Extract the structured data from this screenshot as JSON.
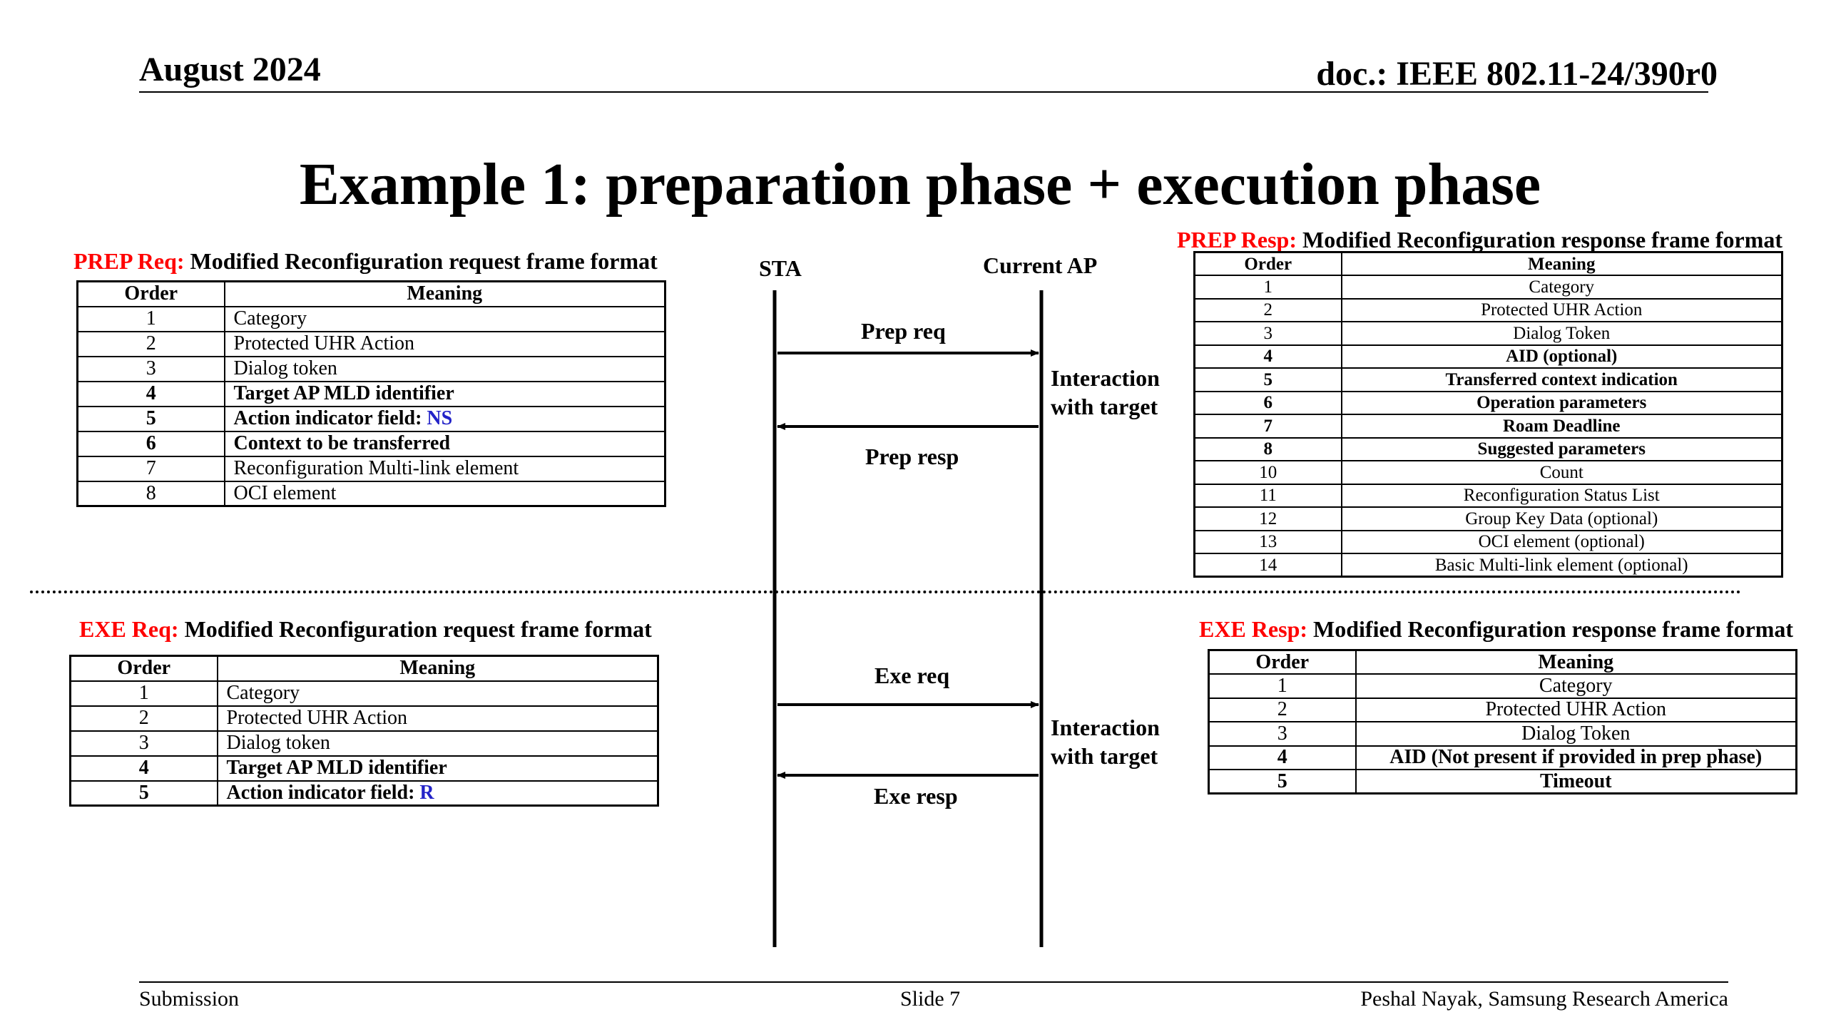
{
  "header": {
    "date": "August 2024",
    "doc": "doc.: IEEE 802.11-24/390r0"
  },
  "title": "Example 1: preparation phase + execution phase",
  "prep_req": {
    "tag": "PREP Req:",
    "caption": " Modified Reconfiguration request frame format",
    "columns": [
      "Order",
      "Meaning"
    ],
    "rows": [
      {
        "order": "1",
        "meaning": "Category",
        "bold": false
      },
      {
        "order": "2",
        "meaning": "Protected UHR Action",
        "bold": false
      },
      {
        "order": "3",
        "meaning": "Dialog token",
        "bold": false
      },
      {
        "order": "4",
        "meaning": "Target AP MLD identifier",
        "bold": true
      },
      {
        "order": "5",
        "meaning": "Action indicator field: ",
        "suffix": "NS",
        "bold": true
      },
      {
        "order": "6",
        "meaning": "Context to be transferred",
        "bold": true
      },
      {
        "order": "7",
        "meaning": "Reconfiguration Multi-link element",
        "bold": false
      },
      {
        "order": "8",
        "meaning": "OCI element",
        "bold": false
      }
    ]
  },
  "exe_req": {
    "tag": "EXE Req:",
    "caption": " Modified Reconfiguration request frame format",
    "columns": [
      "Order",
      "Meaning"
    ],
    "rows": [
      {
        "order": "1",
        "meaning": "Category",
        "bold": false
      },
      {
        "order": "2",
        "meaning": "Protected UHR Action",
        "bold": false
      },
      {
        "order": "3",
        "meaning": "Dialog token",
        "bold": false
      },
      {
        "order": "4",
        "meaning": "Target AP MLD identifier",
        "bold": true
      },
      {
        "order": "5",
        "meaning": "Action indicator field: ",
        "suffix": "R",
        "bold": true
      }
    ]
  },
  "prep_resp": {
    "tag": "PREP Resp:",
    "caption": " Modified Reconfiguration response frame format",
    "columns": [
      "Order",
      "Meaning"
    ],
    "rows": [
      {
        "order": "1",
        "meaning": "Category",
        "bold": false
      },
      {
        "order": "2",
        "meaning": "Protected UHR Action",
        "bold": false
      },
      {
        "order": "3",
        "meaning": "Dialog Token",
        "bold": false
      },
      {
        "order": "4",
        "meaning": "AID (optional)",
        "bold": true
      },
      {
        "order": "5",
        "meaning": "Transferred context indication",
        "bold": true
      },
      {
        "order": "6",
        "meaning": "Operation parameters",
        "bold": true
      },
      {
        "order": "7",
        "meaning": "Roam Deadline",
        "bold": true
      },
      {
        "order": "8",
        "meaning": "Suggested parameters",
        "bold": true
      },
      {
        "order": "10",
        "meaning": "Count",
        "bold": false
      },
      {
        "order": "11",
        "meaning": "Reconfiguration Status List",
        "bold": false
      },
      {
        "order": "12",
        "meaning": "Group Key Data (optional)",
        "bold": false
      },
      {
        "order": "13",
        "meaning": "OCI element (optional)",
        "bold": false
      },
      {
        "order": "14",
        "meaning": "Basic Multi-link element (optional)",
        "bold": false
      }
    ]
  },
  "exe_resp": {
    "tag": "EXE Resp:",
    "caption": " Modified Reconfiguration response frame format",
    "columns": [
      "Order",
      "Meaning"
    ],
    "rows": [
      {
        "order": "1",
        "meaning": "Category",
        "bold": false
      },
      {
        "order": "2",
        "meaning": "Protected UHR Action",
        "bold": false
      },
      {
        "order": "3",
        "meaning": "Dialog Token",
        "bold": false
      },
      {
        "order": "4",
        "meaning": "AID (Not present if provided in prep phase)",
        "bold": true
      },
      {
        "order": "5",
        "meaning": "Timeout",
        "bold": true
      }
    ]
  },
  "sequence": {
    "sta": "STA",
    "ap": "Current AP",
    "prep_req": "Prep req",
    "prep_resp": "Prep resp",
    "exe_req": "Exe req",
    "exe_resp": "Exe resp",
    "interaction_line1": "Interaction",
    "interaction_line2": "with target"
  },
  "footer": {
    "left": "Submission",
    "center": "Slide 7",
    "right": "Peshal Nayak, Samsung Research America"
  }
}
